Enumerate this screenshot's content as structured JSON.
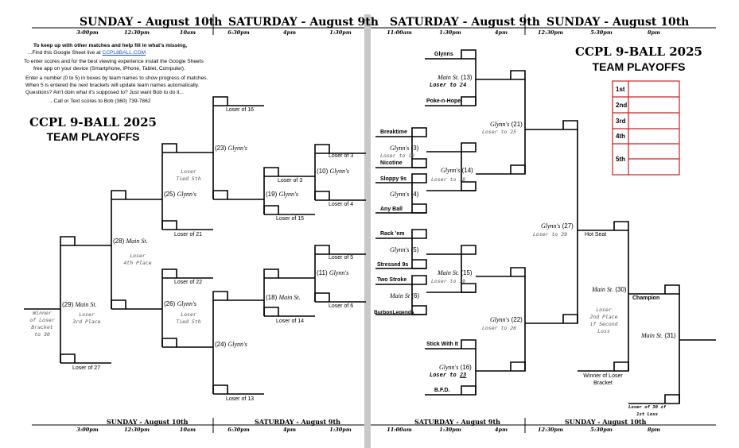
{
  "headers": {
    "left_sun": "SUNDAY - August 10th",
    "left_sat": "SATURDAY - August 9th",
    "right_sat": "SATURDAY - August 9th",
    "right_sun": "SUNDAY - August 10th"
  },
  "times": {
    "l1": "3:00pm",
    "l2": "12:30pm",
    "l3": "10am",
    "l4": "6:30pm",
    "l5": "4pm",
    "l6": "1:30pm",
    "r1": "11:00am",
    "r2": "1:30pm",
    "r3": "4pm",
    "r4": "12:30pm",
    "r5": "5:30pm",
    "r6": "8pm"
  },
  "info": {
    "line1": "To keep up with other matches and help fill in what's missing,",
    "line2a": "...Find this Google Sheet live at",
    "link": "CCPL8BALL.COM",
    "line3": "To enter scores and for the best viewing experience install the Google Sheets",
    "line4": "free app on your device (Smartphone, iPhone, Tablet, Computer).",
    "line5": "Enter a number (0 to 5) in boxes by team names to show progress of matches.",
    "line6": "When 5 is entered the next brackets will update team names automatically.",
    "line7": "Questions? Ain't doin what it's supposed to? Just want Bob to do it...",
    "line8": "...Call or Text scores to Bob (360) 739-7862"
  },
  "titles": {
    "left_line1": "CCPL 9-BALL 2025",
    "left_line2": "TEAM PLAYOFFS",
    "right_line1": "CCPL 9-BALL 2025",
    "right_line2": "TEAM PLAYOFFS"
  },
  "places": {
    "p1": "1st",
    "p2": "2nd",
    "p3": "3rd",
    "p4": "4th",
    "p5": "5th"
  },
  "teams": {
    "glynns": "Glynns",
    "poke": "Poke-n-Hope",
    "breaktime": "Breaktime",
    "nicotine": "Nicotine",
    "sloppy": "Sloppy 9s",
    "anyball": "Any Ball",
    "rackem": "Rack 'em",
    "stressed": "Stressed 9s",
    "twostroke": "Two Stroke",
    "burbon": "BurbonLegends",
    "stick": "Stick With It",
    "bfd": "B.F.D."
  },
  "matches": {
    "m3n": "(3)",
    "m3": "Glynn's",
    "m3s": "Loser to 19",
    "m4n": "(4)",
    "m4": "Glynn's",
    "m5n": "(5)",
    "m5": "Glynn's",
    "m6n": "(6)",
    "m6": "Main St",
    "m13n": "(13)",
    "m13": "Main St.",
    "m13s": "Loser to 24",
    "m14n": "(14)",
    "m14": "Glynn's",
    "m14s": "Loser to 18",
    "m15n": "(15)",
    "m15": "Main St.",
    "m15s": "Loser to 19",
    "m16n": "(16)",
    "m16": "Glynn's",
    "m16s": "Loser to ",
    "m16u": "23",
    "m21n": "(21)",
    "m21": "Glynn's",
    "m21s": "Loser to 25",
    "m22n": "(22)",
    "m22": "Glynn's",
    "m22s": "Loser to 26",
    "m27n": "(27)",
    "m27": "Glynn's",
    "m27s": "Loser to 29",
    "m30n": "(30)",
    "m30": "Main St.",
    "m30s1": "Loser",
    "m30s2": "2nd Place",
    "m30s3": "if Second",
    "m30s4": "Loss",
    "m31n": "(31)",
    "m31": "Main St.",
    "m10n": "(10)",
    "m10": "Glynn's",
    "m11n": "(11)",
    "m11": "Glynn's",
    "m18n": "(18)",
    "m18": "Main St.",
    "m19n": "(19)",
    "m19": "Glynn's",
    "m23n": "(23)",
    "m23": "Glynn's",
    "m24n": "(24)",
    "m24": "Glynn's",
    "m25n": "(25)",
    "m25": "Glynn's",
    "m26n": "(26)",
    "m26": "Glynn's",
    "m28n": "(28)",
    "m28": "Main St.",
    "m29n": "(29)",
    "m29": "Main St."
  },
  "labels": {
    "hot_seat": "Hot Seat",
    "champion": "Champion",
    "winner_loser1": "Winner of Loser",
    "winner_loser2": "Bracket",
    "loser30a": "Loser of 30 if",
    "loser30b": "1st Loss",
    "loser16": "Loser of 16",
    "loser3a": "Loser of 3",
    "loser3b": "Loser of 3",
    "loser4": "Loser of 4",
    "loser15": "Loser of 15",
    "loser5": "Loser of 5",
    "loser6": "Loser of 6",
    "loser14": "Loser of 14",
    "loser21": "Loser of 21",
    "loser22": "Loser of 22",
    "loser13": "Loser of 13",
    "loser27": "Loser of 27",
    "tied5a1": "Loser",
    "tied5a2": "Tied 5th",
    "tied5b1": "Loser",
    "tied5b2": "Tied 5th",
    "fourth1": "Loser",
    "fourth2": "4th Place",
    "third1": "Loser",
    "third2": "3rd Place",
    "wl1": "Winner",
    "wl2": "of Loser",
    "wl3": "Bracket",
    "wl4": "to 30"
  },
  "colors": {
    "places_border": "#cc2222",
    "divider": "#c8c8c8",
    "link": "#1a57c7"
  }
}
